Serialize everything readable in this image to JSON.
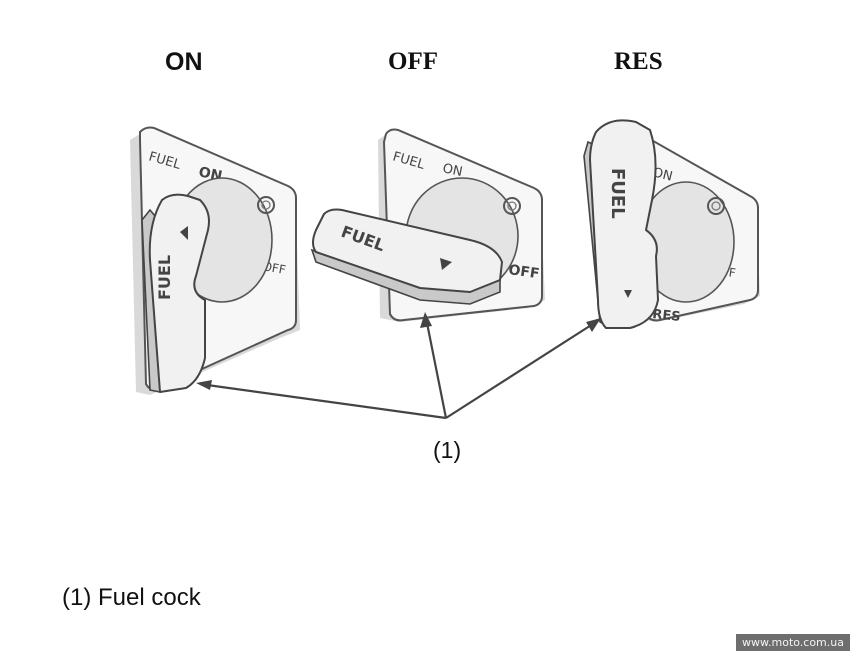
{
  "positions": {
    "on": "ON",
    "off": "OFF",
    "res": "RES"
  },
  "callout_number": "(1)",
  "caption": "(1) Fuel cock",
  "watermark": "www.moto.com.ua",
  "valve_markings": {
    "fuel": "FUEL",
    "on": "ON",
    "off": "OFF",
    "res": "RES"
  },
  "lever_text": "FUEL"
}
